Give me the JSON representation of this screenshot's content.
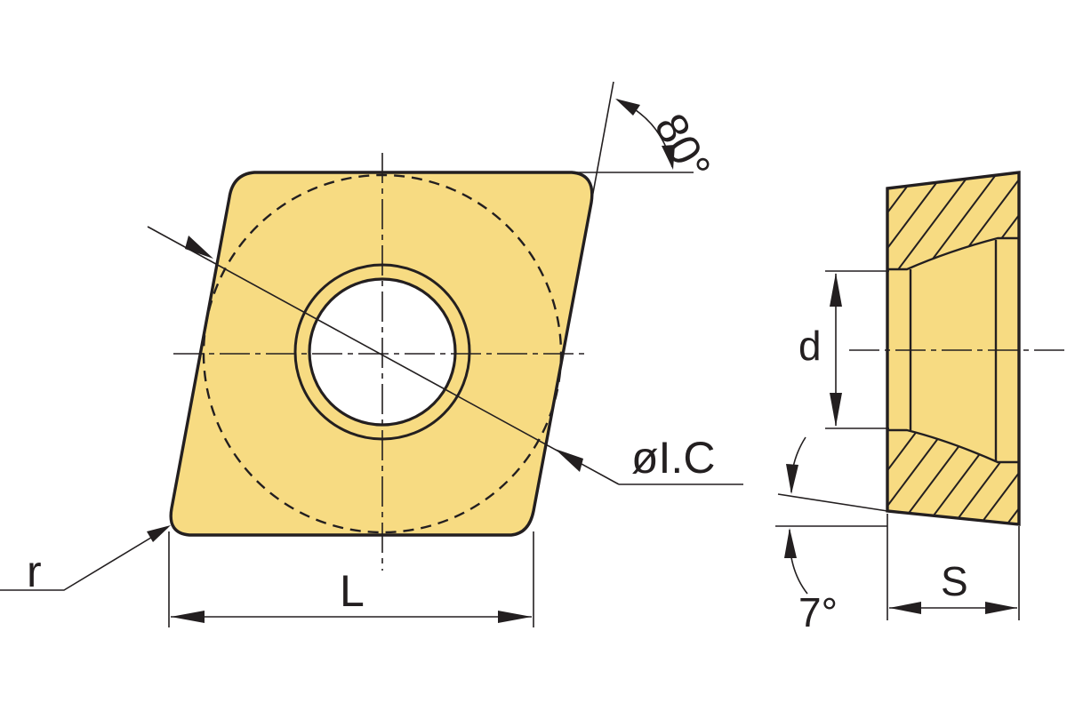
{
  "diagram": {
    "labels": {
      "angle_top": "80°",
      "inscribed_circle": "øI.C",
      "corner_radius": "r",
      "length": "L",
      "hole_diameter": "d",
      "thickness": "S",
      "clearance_angle": "7°"
    },
    "colors": {
      "insert_fill": "#f7db82",
      "outline": "#231f20",
      "background": "#ffffff"
    }
  }
}
